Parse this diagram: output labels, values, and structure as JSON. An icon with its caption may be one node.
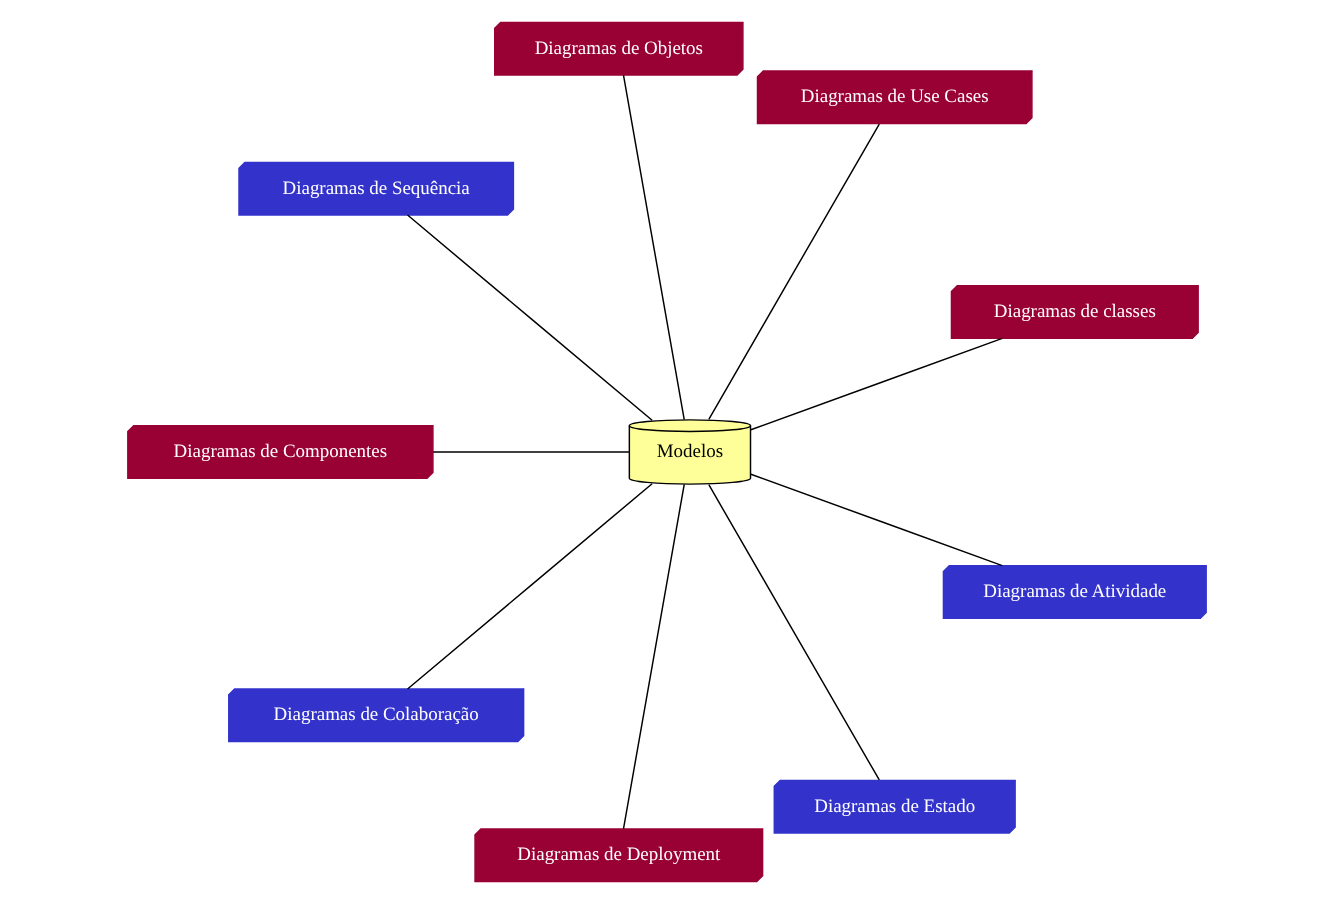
{
  "diagram": {
    "nodes": [
      {
        "text": [
          "Modelos"
        ]
      },
      {
        "text": [
          "Diagramas de classes"
        ]
      },
      {
        "text": [
          "Diagramas de Use Cases"
        ]
      },
      {
        "text": [
          "Diagramas de Objetos"
        ]
      },
      {
        "text": [
          "Diagramas de Sequência"
        ]
      },
      {
        "text": [
          "Diagramas de Componentes"
        ]
      },
      {
        "text": [
          "Diagramas de Colaboração"
        ]
      },
      {
        "text": [
          "Diagramas de Deployment"
        ]
      },
      {
        "text": [
          "Diagramas de Estado"
        ]
      },
      {
        "text": [
          "Diagramas de Atividade"
        ]
      }
    ],
    "edges": [
      {
        "from": 0,
        "to": 1,
        "arrow": "none"
      },
      {
        "from": 0,
        "to": 3,
        "arrow": "none"
      },
      {
        "from": 0,
        "to": 5,
        "arrow": "none"
      },
      {
        "from": 0,
        "to": 7,
        "arrow": "none"
      },
      {
        "from": 0,
        "to": 9,
        "arrow": "none"
      },
      {
        "from": 0,
        "to": 8,
        "arrow": "none"
      },
      {
        "from": 0,
        "to": 6,
        "arrow": "none"
      },
      {
        "from": 0,
        "to": 4,
        "arrow": "none"
      },
      {
        "from": 0,
        "to": 2,
        "arrow": "none"
      }
    ]
  }
}
